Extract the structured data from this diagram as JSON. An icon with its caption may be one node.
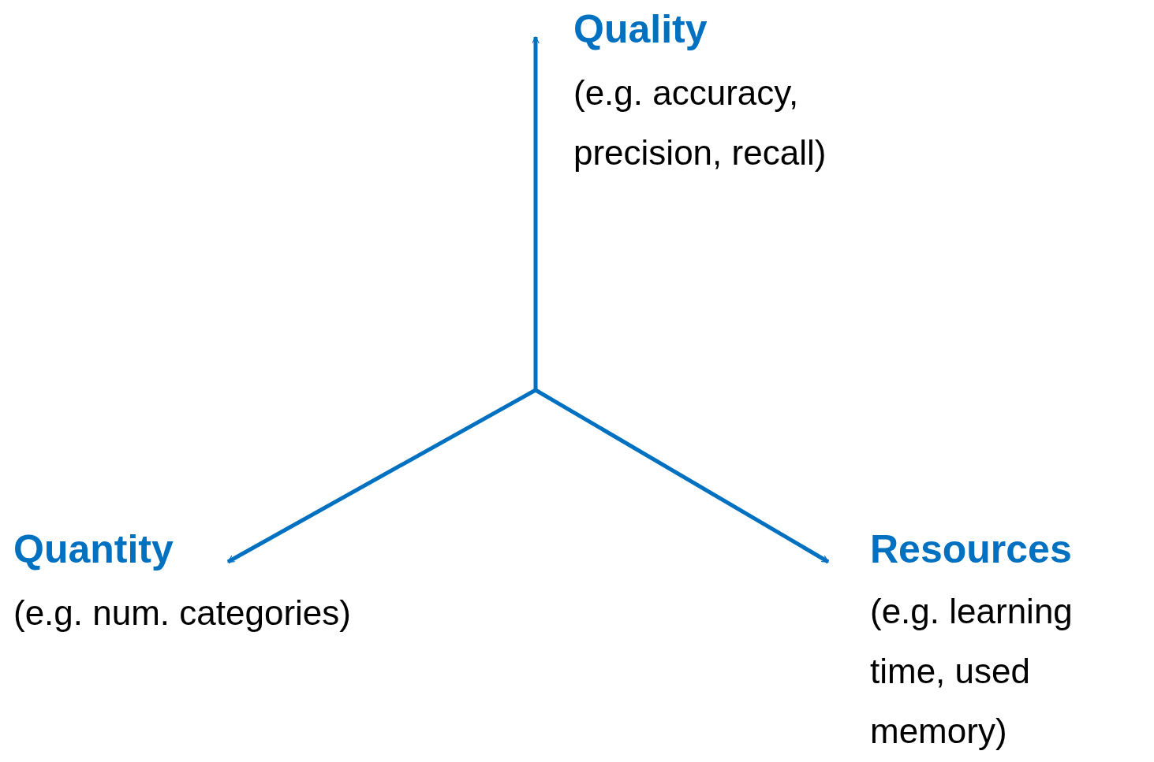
{
  "diagram": {
    "labels": [
      "Quality",
      "(e.g. accuracy, precision, recall)",
      "Quantity",
      "(e.g. num. categories)",
      "Resources",
      "(e.g. learning time, used memory)"
    ]
  }
}
